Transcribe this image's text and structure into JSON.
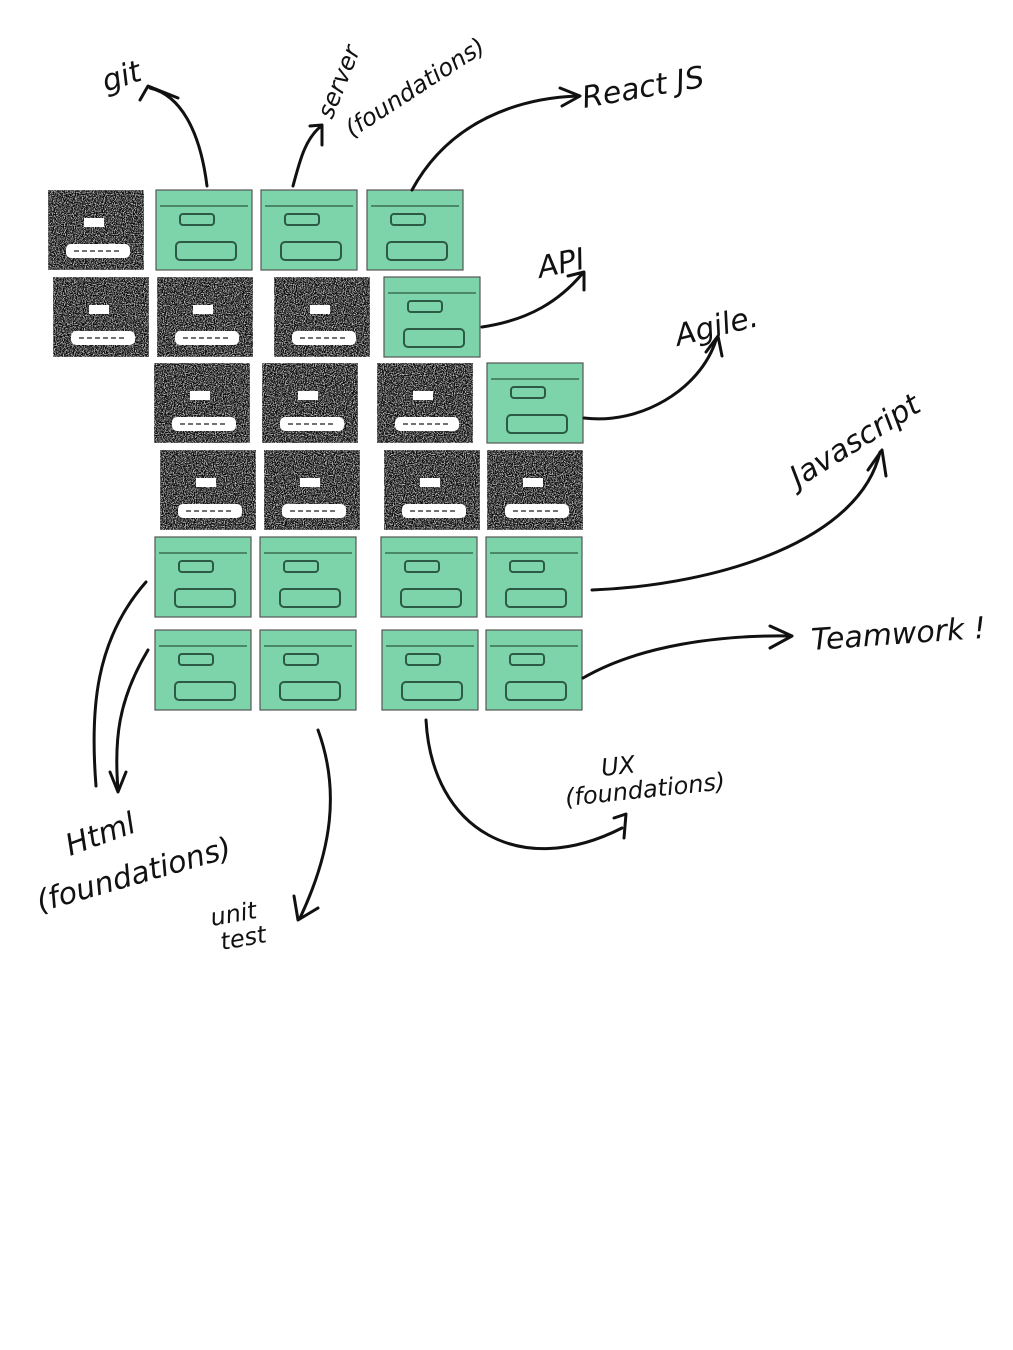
{
  "colors": {
    "green": "#7ed4aa",
    "dark": "#111111",
    "ink": "#111111",
    "tile_border": "#555555"
  },
  "tiles": [
    {
      "id": "r1c1",
      "filled": false
    },
    {
      "id": "r1c2",
      "filled": true
    },
    {
      "id": "r1c3",
      "filled": true
    },
    {
      "id": "r1c4",
      "filled": true
    },
    {
      "id": "r2c1",
      "filled": false
    },
    {
      "id": "r2c2",
      "filled": false
    },
    {
      "id": "r2c3",
      "filled": false
    },
    {
      "id": "r2c4",
      "filled": true
    },
    {
      "id": "r3c1",
      "filled": false
    },
    {
      "id": "r3c2",
      "filled": false
    },
    {
      "id": "r3c3",
      "filled": false
    },
    {
      "id": "r3c4",
      "filled": true
    },
    {
      "id": "r4c1",
      "filled": false
    },
    {
      "id": "r4c2",
      "filled": false
    },
    {
      "id": "r4c3",
      "filled": false
    },
    {
      "id": "r4c4",
      "filled": false
    },
    {
      "id": "r5c1",
      "filled": true
    },
    {
      "id": "r5c2",
      "filled": true
    },
    {
      "id": "r5c3",
      "filled": true
    },
    {
      "id": "r5c4",
      "filled": true
    },
    {
      "id": "r6c1",
      "filled": true
    },
    {
      "id": "r6c2",
      "filled": true
    },
    {
      "id": "r6c3",
      "filled": true
    },
    {
      "id": "r6c4",
      "filled": true
    }
  ],
  "labels": {
    "git": "git",
    "server": "server",
    "server_sub": "(foundations)",
    "react": "React JS",
    "api": "API",
    "agile": "Agile.",
    "javascript": "Javascript",
    "teamwork": "Teamwork !",
    "ux": "UX",
    "ux_sub": "(foundations)",
    "html": "Html",
    "html_sub": "(foundations)",
    "unit": "unit",
    "test": "test"
  }
}
